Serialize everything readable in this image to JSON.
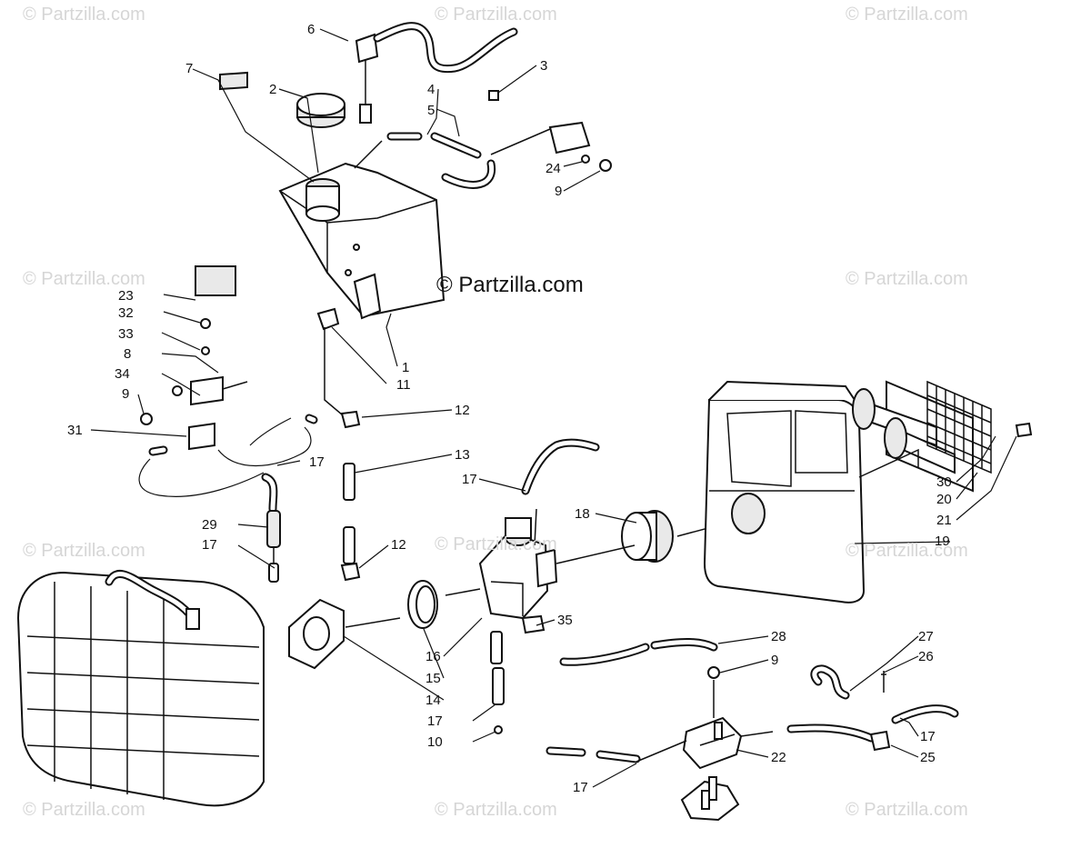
{
  "watermarks": [
    {
      "text": "© Partzilla.com"
    },
    {
      "text": "© Partzilla.com"
    },
    {
      "text": "© Partzilla.com"
    },
    {
      "text": "© Partzilla.com"
    },
    {
      "text": "© Partzilla.com"
    },
    {
      "text": "© Partzilla.com"
    },
    {
      "text": "© Partzilla.com"
    },
    {
      "text": "© Partzilla.com"
    },
    {
      "text": "© Partzilla.com"
    },
    {
      "text": "© Partzilla.com"
    },
    {
      "text": "© Partzilla.com"
    }
  ],
  "brand_text": "© Partzilla.com",
  "callouts": [
    "1",
    "2",
    "3",
    "4",
    "5",
    "6",
    "7",
    "8",
    "9",
    "9",
    "9",
    "10",
    "11",
    "12",
    "12",
    "13",
    "14",
    "15",
    "16",
    "17",
    "17",
    "17",
    "17",
    "17",
    "17",
    "18",
    "19",
    "20",
    "21",
    "22",
    "23",
    "24",
    "25",
    "26",
    "27",
    "28",
    "29",
    "30",
    "31",
    "32",
    "33",
    "34",
    "35"
  ]
}
